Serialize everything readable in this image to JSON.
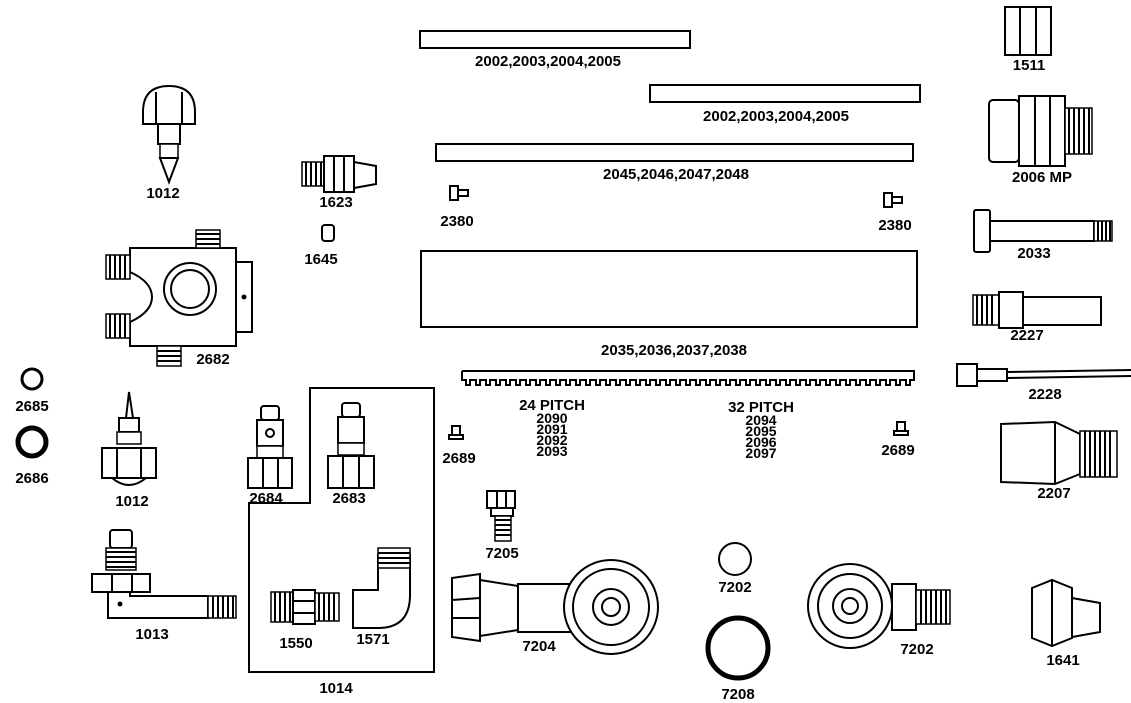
{
  "labels": {
    "p1511": "1511",
    "p2006": "2006 MP",
    "p2033": "2033",
    "p2227": "2227",
    "p2228": "2228",
    "p2207": "2207",
    "p1641": "1641",
    "p7202b": "7202",
    "p7202a": "7202",
    "p7208": "7208",
    "p7204": "7204",
    "p7205": "7205",
    "p1014": "1014",
    "p1550": "1550",
    "p1571": "1571",
    "p1013": "1013",
    "p2686": "2686",
    "p2685": "2685",
    "p1012b": "1012",
    "p2684": "2684",
    "p2683": "2683",
    "p2689a": "2689",
    "p2689b": "2689",
    "p2682": "2682",
    "p1645": "1645",
    "p1623": "1623",
    "p1012a": "1012",
    "p2380a": "2380",
    "p2380b": "2380",
    "bar_top": "2002,2003,2004,2005",
    "bar_mid": "2002,2003,2004,2005",
    "bar_long": "2045,2046,2047,2048",
    "block": "2035,2036,2037,2038"
  },
  "pitch24": {
    "heading": "24 PITCH",
    "items": [
      "2090",
      "2091",
      "2092",
      "2093"
    ]
  },
  "pitch32": {
    "heading": "32 PITCH",
    "items": [
      "2094",
      "2095",
      "2096",
      "2097"
    ]
  }
}
